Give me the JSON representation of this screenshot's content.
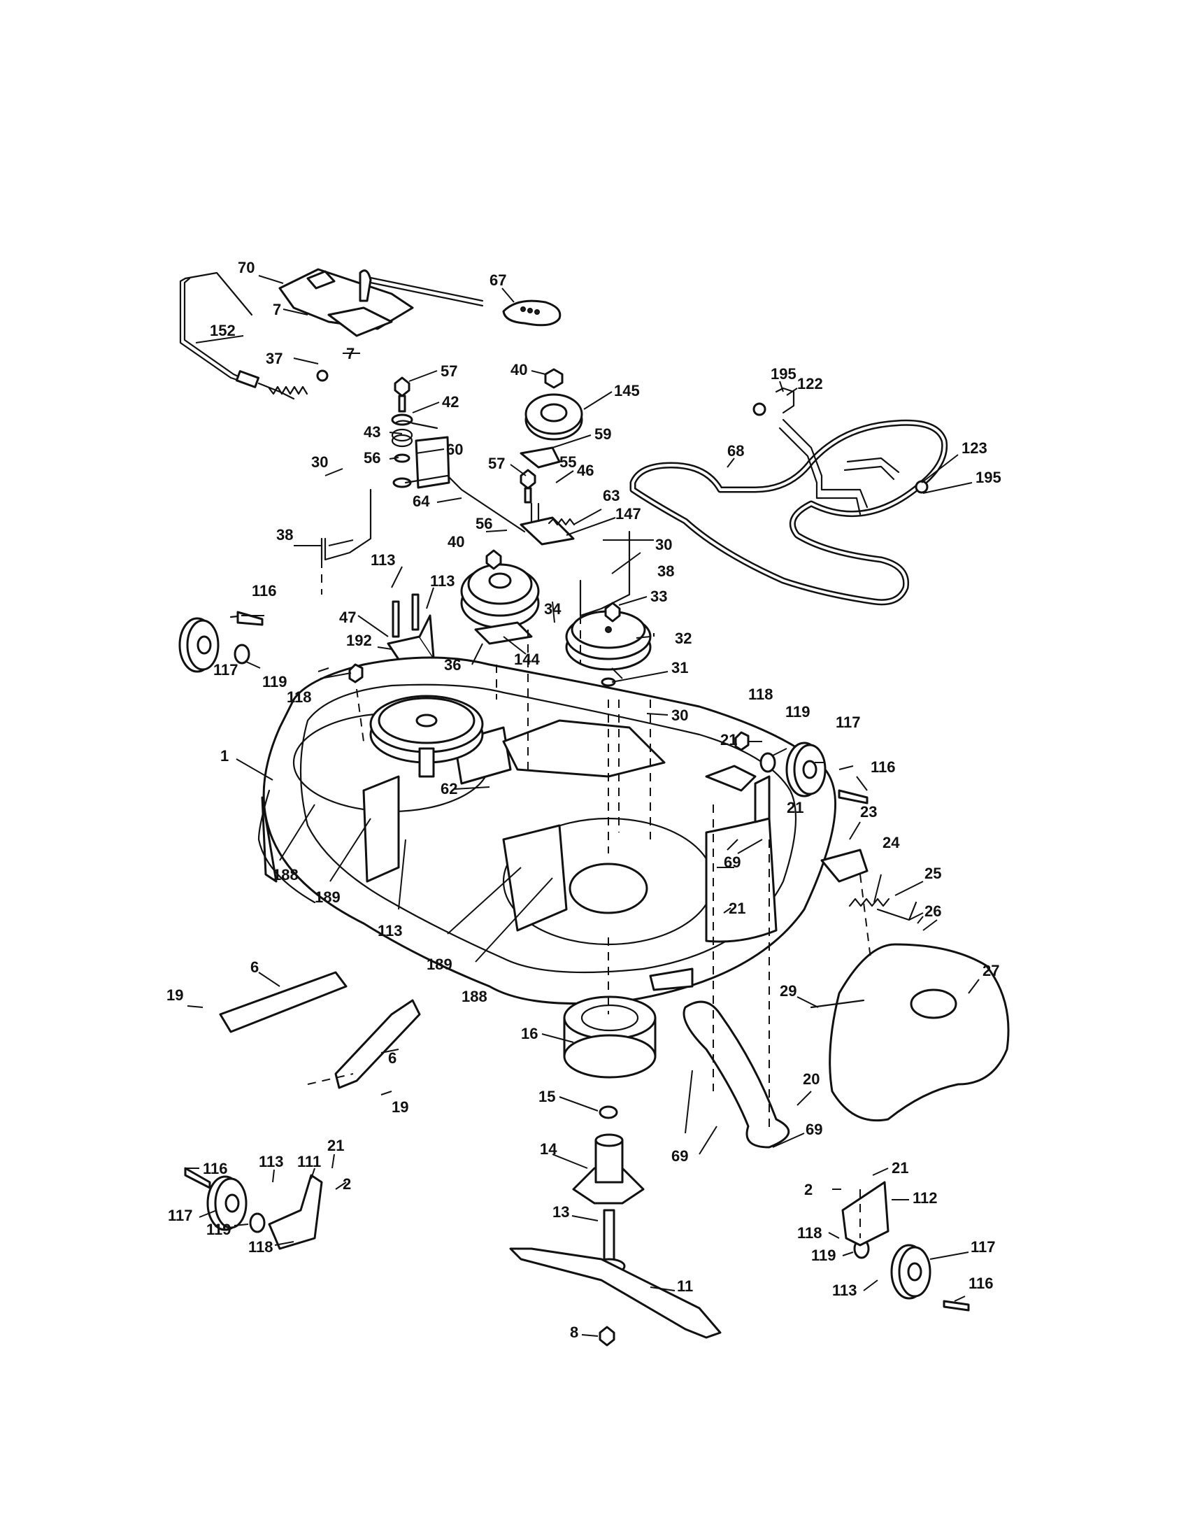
{
  "diagram": {
    "callouts": [
      "70",
      "67",
      "7",
      "7",
      "152",
      "37",
      "57",
      "42",
      "40",
      "145",
      "43",
      "60",
      "56",
      "59",
      "57",
      "55",
      "46",
      "64",
      "63",
      "147",
      "30",
      "38",
      "56",
      "40",
      "30",
      "38",
      "113",
      "113",
      "34",
      "33",
      "116",
      "47",
      "192",
      "32",
      "117",
      "119",
      "118",
      "36",
      "144",
      "31",
      "30",
      "118",
      "119",
      "117",
      "1",
      "21",
      "116",
      "62",
      "21",
      "23",
      "188",
      "189",
      "69",
      "24",
      "25",
      "113",
      "21",
      "26",
      "189",
      "188",
      "29",
      "27",
      "6",
      "19",
      "6",
      "19",
      "16",
      "15",
      "20",
      "69",
      "14",
      "69",
      "116",
      "113",
      "111",
      "21",
      "2",
      "21",
      "117",
      "119",
      "118",
      "2",
      "112",
      "13",
      "118",
      "119",
      "117",
      "113",
      "116",
      "11",
      "8",
      "195",
      "122",
      "68",
      "123",
      "195"
    ]
  }
}
